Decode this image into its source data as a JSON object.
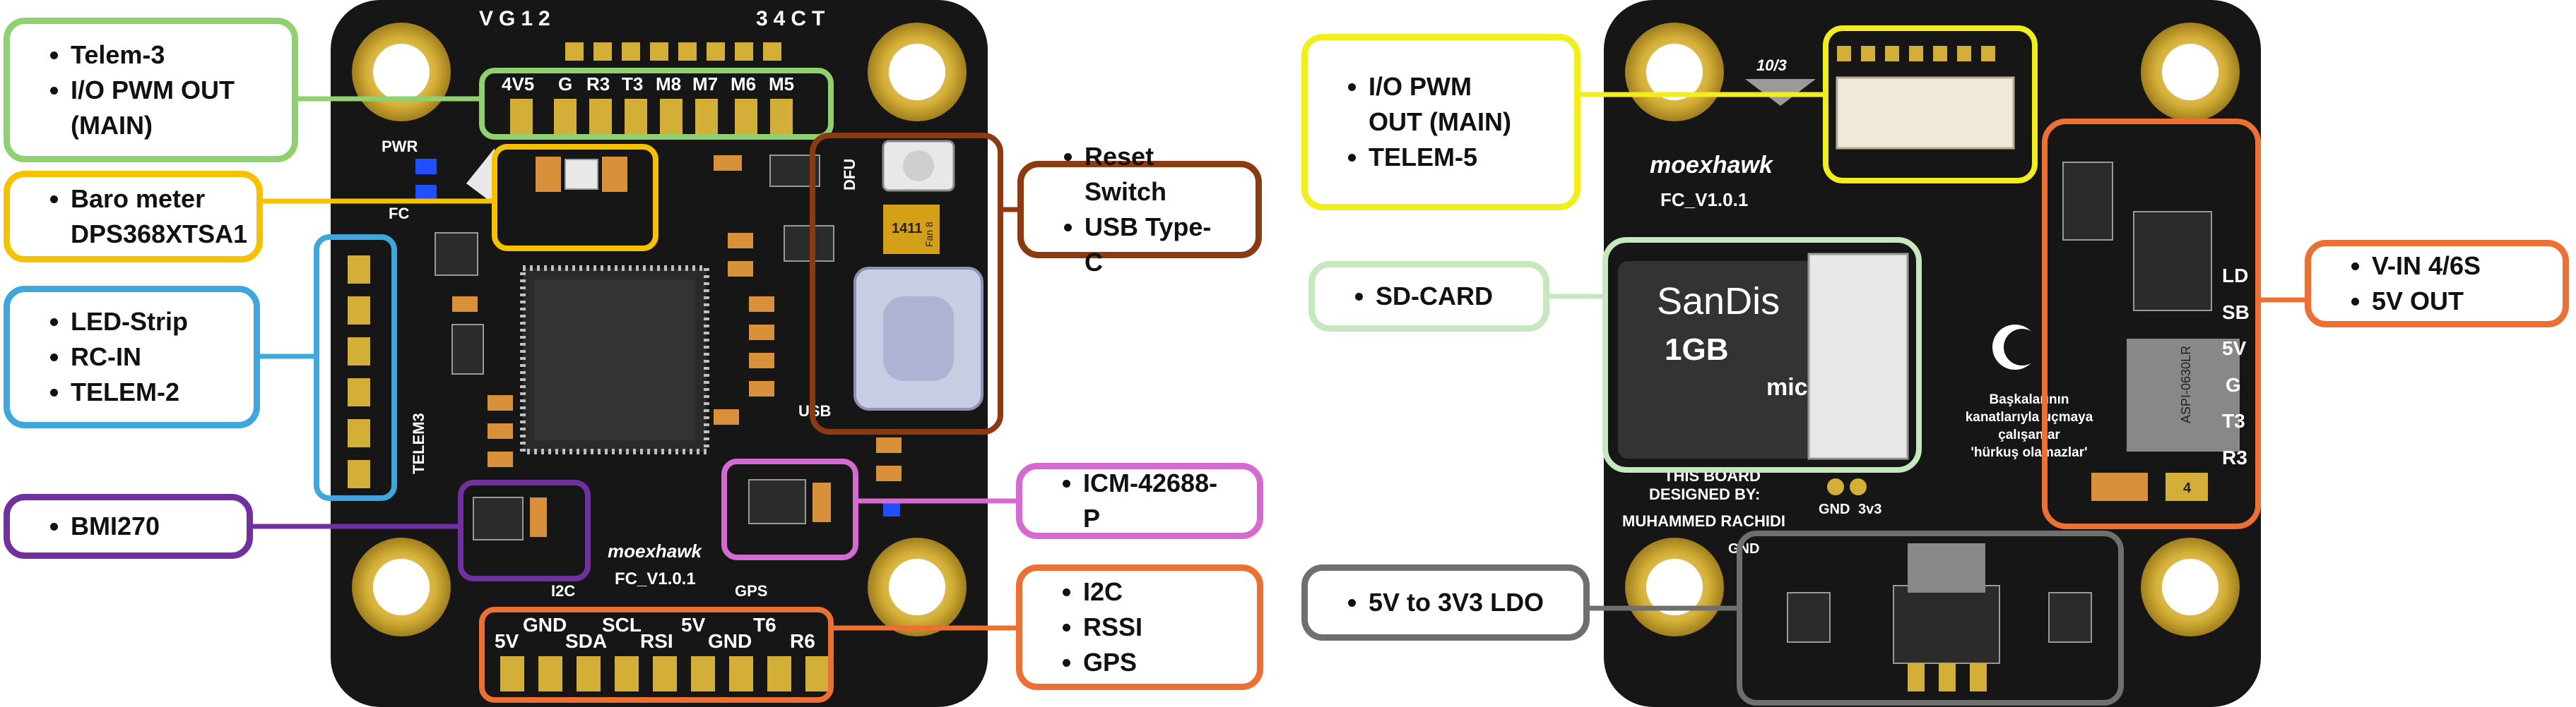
{
  "front_board": {
    "top_header_letters": "VG12",
    "top_header_letters_right": "34CT",
    "top_pads": [
      "4V5",
      "G",
      "R3",
      "T3",
      "M8",
      "M7",
      "M6",
      "M5"
    ],
    "bottom_pads_upper": [
      "GND",
      "SCL",
      "5V",
      "T6"
    ],
    "bottom_pads_lower": [
      "5V",
      "SDA",
      "RSI",
      "GND",
      "R6"
    ],
    "labels": {
      "pwr": "PWR",
      "fc": "FC",
      "dfu": "DFU",
      "usb": "USB",
      "telem3": "TELEM3",
      "i2c": "I2C",
      "gps": "GPS",
      "brand": "moexhawk",
      "version": "FC_V1.0.1",
      "fuse_top": "1411",
      "fuse_bottom": "Fan 8"
    }
  },
  "back_board": {
    "connector_label": "10/3",
    "brand": "moexhawk",
    "version": "FC_V1.0.1",
    "sd_brand": "SanDis",
    "sd_size": "1GB",
    "sd_logo": "mic",
    "side_pads": [
      "LD",
      "SB",
      "5V",
      "G",
      "T3",
      "R3"
    ],
    "motto_lines": [
      "Başkalarının",
      "kanatlarıyla uçmaya",
      "çalışanlar",
      "'hürkuş olamazlar'"
    ],
    "designer_line1": "THIS BOARD",
    "designer_line2": "DESIGNED BY:",
    "designer_name": "MUHAMMED RACHIDI",
    "gnd_label": "GND",
    "v33_label": "3v3",
    "gnd_label2": "GND",
    "inductor_text": "ASPI-0630LR",
    "cap_text": "4"
  },
  "callouts": {
    "telem3": [
      "Telem-3",
      "I/O PWM OUT\n(MAIN)"
    ],
    "baro": [
      "Baro meter\nDPS368XTSA1"
    ],
    "led": [
      "LED-Strip",
      "RC-IN",
      "TELEM-2"
    ],
    "bmi": [
      "BMI270"
    ],
    "reset": [
      "Reset Switch",
      "USB Type-C"
    ],
    "icm": [
      "ICM-42688-P"
    ],
    "i2c": [
      "I2C",
      "RSSI",
      "GPS"
    ],
    "io_pwm": [
      "I/O PWM\nOUT (MAIN)",
      "TELEM-5"
    ],
    "sdcard": [
      "SD-CARD"
    ],
    "ldo": [
      "5V to 3V3 LDO"
    ],
    "vin": [
      "V-IN 4/6S",
      "5V OUT"
    ]
  },
  "colors": {
    "green": "#8fd16f",
    "yellow": "#f6c200",
    "blue": "#3fa7dc",
    "purple": "#7030a0",
    "brown": "#8b3a12",
    "pink": "#d56bd0",
    "orange": "#ec6f33",
    "bright_yellow": "#f2ee1e",
    "pale_green": "#c5e8bf",
    "gray": "#6f6f6f",
    "pcb": "#151515",
    "gold": "#d4af37"
  }
}
